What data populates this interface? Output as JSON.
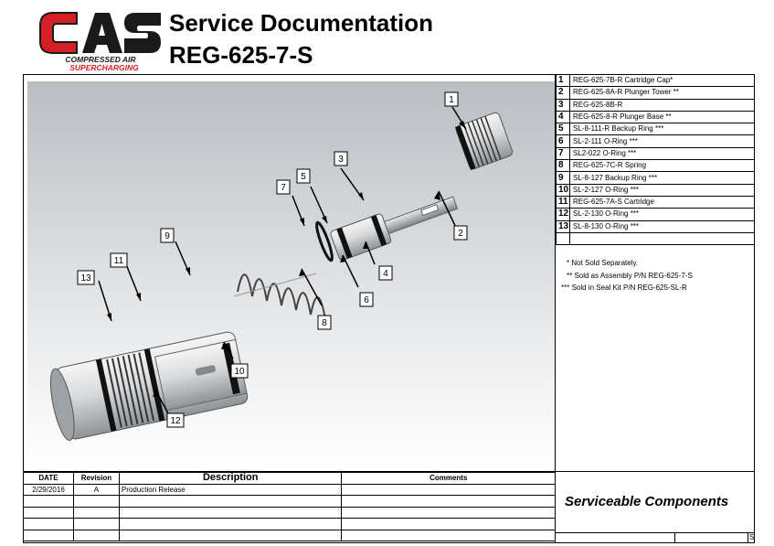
{
  "logo": {
    "letters": "CAS",
    "line1": "COMPRESSED AIR",
    "line2": "SUPERCHARGING",
    "red": "#d32027",
    "black": "#1a1a1a"
  },
  "header": {
    "title": "Service Documentation",
    "part_number": "REG-625-7-S"
  },
  "parts_list": [
    {
      "num": "1",
      "desc": "REG-625-7B-R Cartridge Cap*"
    },
    {
      "num": "2",
      "desc": "REG-625-8A-R Plunger Tower **"
    },
    {
      "num": "3",
      "desc": "REG-625-8B-R"
    },
    {
      "num": "4",
      "desc": "REG-625-8-R Plunger Base **"
    },
    {
      "num": "5",
      "desc": "SL-8-111-R Backup Ring ***"
    },
    {
      "num": "6",
      "desc": "SL-2-111 O-Ring ***"
    },
    {
      "num": "7",
      "desc": "SL2-022 O-Ring ***"
    },
    {
      "num": "8",
      "desc": "REG-625-7C-R Spring"
    },
    {
      "num": "9",
      "desc": "SL-8-127 Backup Ring ***"
    },
    {
      "num": "10",
      "desc": "SL-2-127 O-Ring ***"
    },
    {
      "num": "11",
      "desc": "REG-625-7A-S Cartridge"
    },
    {
      "num": "12",
      "desc": "SL-2-130 O-Ring  ***"
    },
    {
      "num": "13",
      "desc": "SL-8-130 O-Ring  ***"
    }
  ],
  "notes": [
    "*  Not Sold Separately.",
    "** Sold as Assembly P/N REG-625-7-S",
    "*** Sold in Seal Kit P/N REG-625-SL-R"
  ],
  "revision_table": {
    "headers": {
      "date": "DATE",
      "revision": "Revision",
      "description": "Description",
      "comments": "Comments"
    },
    "rows": [
      {
        "date": "2/29/2016",
        "revision": "A",
        "description": "Production Release",
        "comments": ""
      }
    ]
  },
  "footer": {
    "block_title": "Serviceable Components",
    "corner": "S"
  },
  "callouts": [
    "1",
    "2",
    "3",
    "4",
    "5",
    "6",
    "7",
    "8",
    "9",
    "10",
    "11",
    "12",
    "13"
  ]
}
